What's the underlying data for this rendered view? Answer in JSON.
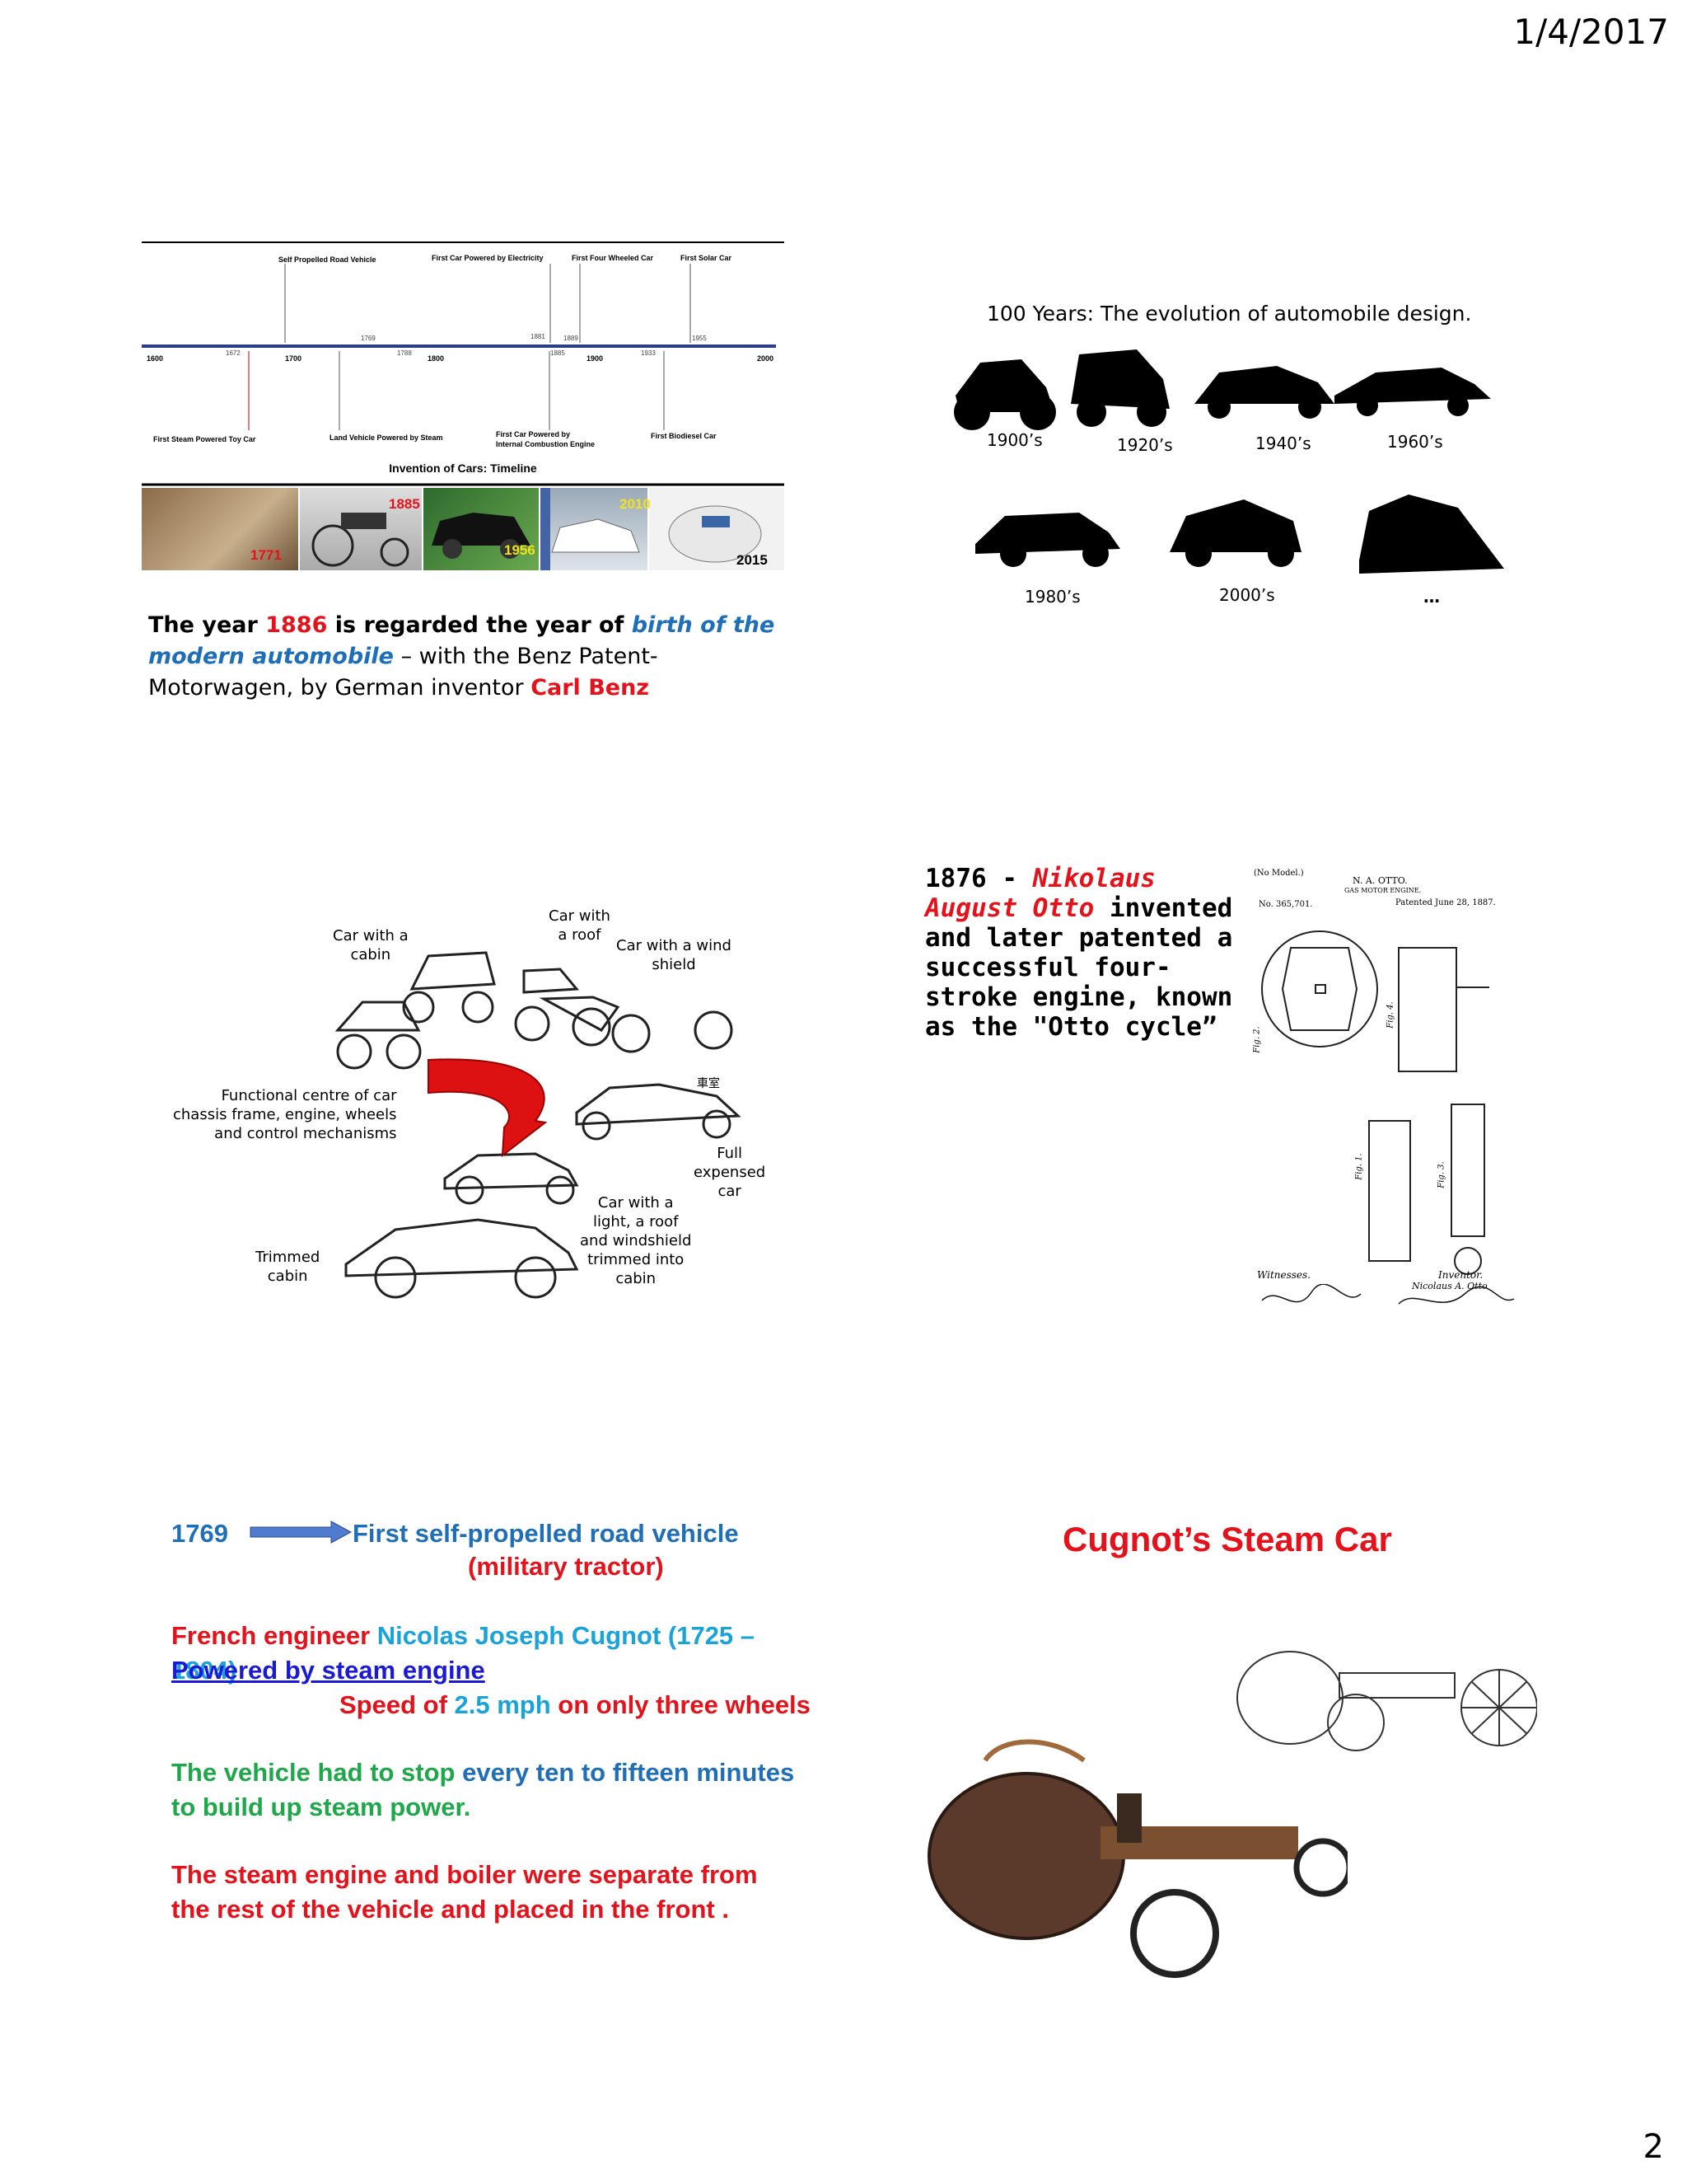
{
  "header": {
    "date": "1/4/2017"
  },
  "footer": {
    "page_number": "2"
  },
  "slide1": {
    "timeline": {
      "title": "Invention of Cars: Timeline",
      "axis_labels": [
        "1600",
        "1672",
        "1700",
        "1800",
        "1900",
        "2000"
      ],
      "small_years": [
        "1769",
        "1788",
        "1881",
        "1889",
        "1885",
        "1933",
        "1955"
      ],
      "events_top": [
        "Self Propelled Road Vehicle",
        "First Car Powered by Electricity",
        "First Four Wheeled Car",
        "First Solar Car"
      ],
      "events_bottom": [
        "First Steam Powered Toy Car",
        "Land Vehicle Powered by Steam",
        "First Car Powered by",
        "Internal Combustion Engine",
        "First Biodiesel Car"
      ]
    },
    "photo_years": [
      "1771",
      "1885",
      "1956",
      "2010",
      "2015"
    ],
    "caption": {
      "p1": "The year ",
      "year": "1886",
      "p2": " is regarded the year of ",
      "birth": "birth of the modern automobile",
      "p3": " – with the Benz Patent-Motorwagen, by German inventor ",
      "name": "Carl Benz"
    }
  },
  "slide2": {
    "title": "100 Years: The evolution of automobile design.",
    "decades": [
      "1900’s",
      "1920’s",
      "1940’s",
      "1960’s",
      "1980’s",
      "2000’s",
      "…"
    ]
  },
  "slide3": {
    "labels": {
      "cabin": "Car with a\ncabin",
      "roof": "Car with\na roof",
      "wind": "Car with a wind\nshield",
      "functional": "Functional centre of car\nchassis frame, engine, wheels\nand control mechanisms",
      "full": "Full\nexpensed\ncar",
      "light": "Car with a\nlight, a roof\nand windshield\ntrimmed into\ncabin",
      "trimmed": "Trimmed\ncabin",
      "chinese": "車室"
    }
  },
  "slide4": {
    "year": "1876 - ",
    "name": "Nikolaus August Otto",
    "rest": " invented and later patented a successful four-stroke engine, known as the \"Otto cycle”",
    "patent": {
      "model": "(No Model.)",
      "inventor_head": "N. A. OTTO.",
      "subject": "GAS MOTOR ENGINE.",
      "number": "No. 365,701.",
      "date": "Patented June 28, 1887.",
      "witnesses": "Witnesses.",
      "inventor": "Inventor.",
      "inventor_name": "Nicolaus A. Otto",
      "fig1": "Fig. 1.",
      "fig2": "Fig. 2.",
      "fig3": "Fig. 3.",
      "fig4": "Fig. 4."
    }
  },
  "slide5": {
    "year": "1769",
    "first": "First self-propelled road vehicle",
    "military": "(military tractor)",
    "french": "French engineer ",
    "cugnot": "Nicolas Joseph Cugnot (1725 – 1804)",
    "powered": "Powered by steam engine",
    "speed1": "Speed of ",
    "speed2": "2.5 mph",
    "speed3": " on only three wheels",
    "stop1": "The vehicle had to stop ",
    "stop2": "every ten to fifteen minutes",
    "stop3": " to build up steam power.",
    "sep": "The steam engine and boiler were separate from the rest of the vehicle and placed in the front ."
  },
  "slide6": {
    "title": "Cugnot’s Steam Car"
  },
  "colors": {
    "red": "#e3121b",
    "blue": "#1f6fb8",
    "cyan": "#1aa3d8",
    "green": "#1ea84a",
    "link": "#1a1ad6"
  }
}
